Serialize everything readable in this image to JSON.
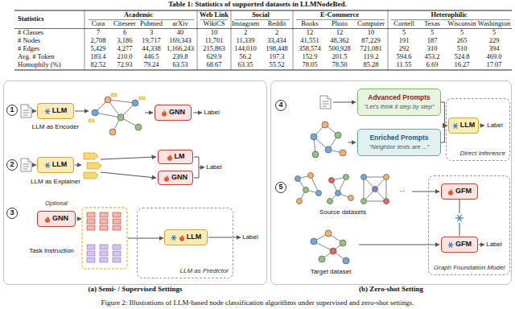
{
  "diagram": {
    "title": "Table 1: Statistics of supported datasets in LLMNodeBed.",
    "caption": "Figure 2: Illustrations of LLM-based node classification algorithms under supervised and zero-shot settings.",
    "nodes": [
      {
        "text": [
          "(a) Semi- / Supervised Settings"
        ]
      },
      {
        "text": [
          "1"
        ],
        "in": 0
      },
      {
        "text": [
          "LLM"
        ],
        "in": 0
      },
      {
        "text": [
          "GNN"
        ],
        "in": 0
      },
      {
        "text": [
          "2"
        ],
        "in": 0
      },
      {
        "text": [
          "LLM"
        ],
        "in": 0
      },
      {
        "text": [
          "LM"
        ],
        "in": 0
      },
      {
        "text": [
          "GNN"
        ],
        "in": 0
      },
      {
        "text": [
          "3"
        ],
        "in": 0
      },
      {
        "text": [
          "GNN"
        ],
        "in": 0
      },
      {
        "text": [
          "LLM as Predictor"
        ],
        "in": 0
      },
      {
        "text": [
          "LLM"
        ],
        "in": 10
      },
      {
        "text": [
          "(b) Zero-shot Setting"
        ]
      },
      {
        "text": [
          "4"
        ],
        "in": 12
      },
      {
        "text": [
          "Advanced Prompts",
          "“Let's think it step by step”"
        ],
        "in": 12
      },
      {
        "text": [
          "Enriched Prompts",
          "“Neighbor texts are ...”"
        ],
        "in": 12
      },
      {
        "text": [
          "Direct Inference"
        ],
        "in": 12
      },
      {
        "text": [
          "LLM"
        ],
        "in": 16
      },
      {
        "text": [
          "5"
        ],
        "in": 12
      },
      {
        "text": [
          "Graph Foundation Model"
        ],
        "in": 12
      },
      {
        "text": [
          "GFM"
        ],
        "in": 19
      },
      {
        "text": [
          "GFM"
        ],
        "in": 19
      }
    ],
    "edges": [
      {
        "from": 14,
        "to": 17,
        "arrow": "to"
      },
      {
        "from": 15,
        "to": 17,
        "arrow": "to"
      },
      {
        "from": 20,
        "to": 21,
        "arrow": "none"
      }
    ],
    "labels": [
      "Statistics",
      "Academic",
      "Web Link",
      "Social",
      "E-Commerce",
      "Heterophilic",
      "Cora",
      "Citeseer",
      "Pubmed",
      "arXiv",
      "WikiCS",
      "Instagram",
      "Reddit",
      "Books",
      "Photo",
      "Computer",
      "Cornell",
      "Texas",
      "Wisconsin",
      "Washington",
      "# Classes",
      "7",
      "6",
      "3",
      "40",
      "10",
      "2",
      "2",
      "12",
      "12",
      "10",
      "5",
      "5",
      "5",
      "5",
      "# Nodes",
      "2,708",
      "3,186",
      "19,717",
      "169,343",
      "11,701",
      "11,339",
      "33,434",
      "41,551",
      "48,362",
      "87,229",
      "191",
      "187",
      "265",
      "229",
      "# Edges",
      "5,429",
      "4,277",
      "44,338",
      "1,166,243",
      "215,863",
      "144,010",
      "198,448",
      "358,574",
      "500,928",
      "721,081",
      "292",
      "310",
      "510",
      "394",
      "Avg. # Token",
      "183.4",
      "210.0",
      "446.5",
      "239.8",
      "629.9",
      "56.2",
      "197.3",
      "152.9",
      "201.5",
      "119.2",
      "594.6",
      "453.2",
      "524.8",
      "469.0",
      "Homophily (%)",
      "82.52",
      "72.93",
      "79.24",
      "63.53",
      "68.67",
      "63.35",
      "55.52",
      "78.05",
      "78.50",
      "85.28",
      "11.55",
      "6.69",
      "16.27",
      "17.07",
      "LLM as Encoder",
      "Label",
      "LLM as Explainer",
      "Label",
      "Optional",
      "Task Instruction",
      "Label",
      "Label",
      "Source datasets",
      "...",
      "Target dataset",
      "Label"
    ]
  }
}
